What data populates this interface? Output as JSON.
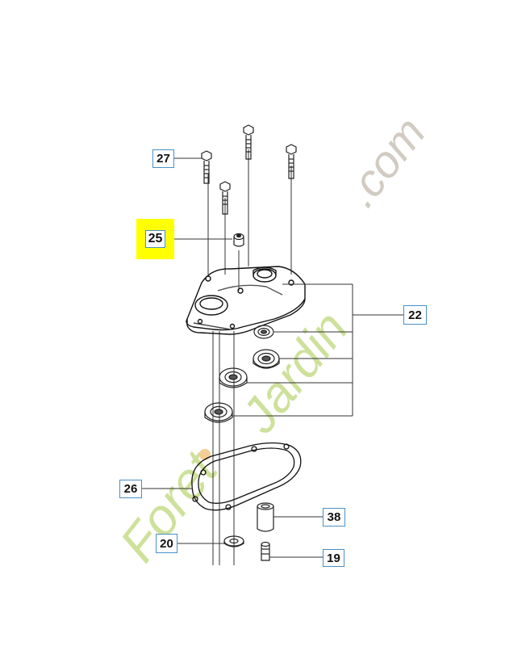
{
  "callouts": {
    "c27": "27",
    "c25": "25",
    "c22": "22",
    "c26": "26",
    "c38": "38",
    "c20": "20",
    "c19": "19"
  },
  "watermark": {
    "text": "Foret-Jardin.com",
    "colors": {
      "green": "#c6dc8a",
      "orange": "#f3c98a",
      "gray": "#c9c3b8"
    }
  },
  "highlight_color": "#ffff00",
  "callout_border_color": "#4a90c8"
}
